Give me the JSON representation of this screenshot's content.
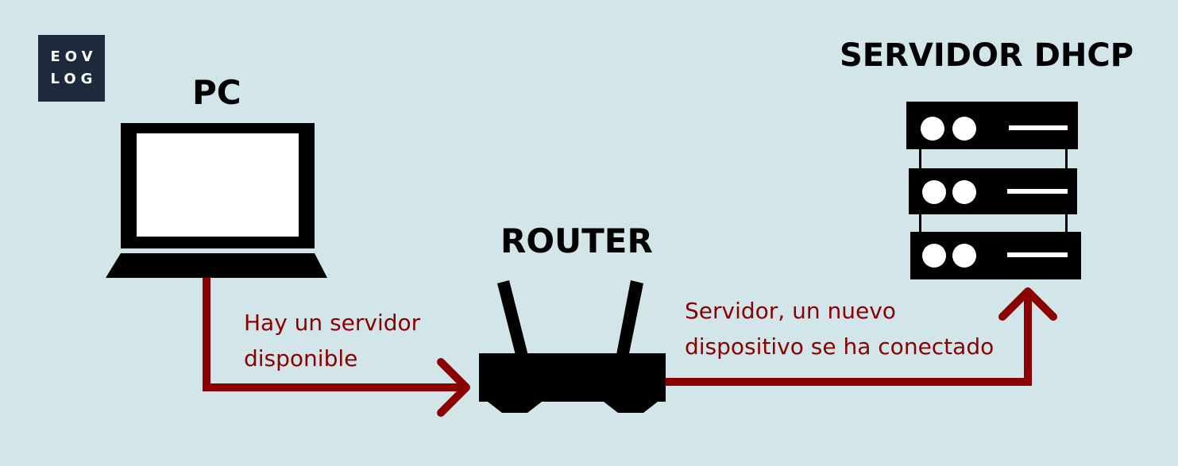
{
  "logo": {
    "line1": "EOV",
    "line2": "LOG"
  },
  "nodes": {
    "pc": {
      "label": "PC"
    },
    "router": {
      "label": "ROUTER"
    },
    "server": {
      "label": "SERVIDOR DHCP"
    }
  },
  "edges": {
    "pc_to_router": {
      "line1": "Hay un servidor",
      "line2": "disponible"
    },
    "router_to_server": {
      "line1": "Servidor, un nuevo",
      "line2": "dispositivo se ha conectado"
    }
  },
  "colors": {
    "background": "#d2e6e9",
    "arrow": "#8b0000",
    "icon": "#000000",
    "logo_bg": "#1d2a3e"
  }
}
